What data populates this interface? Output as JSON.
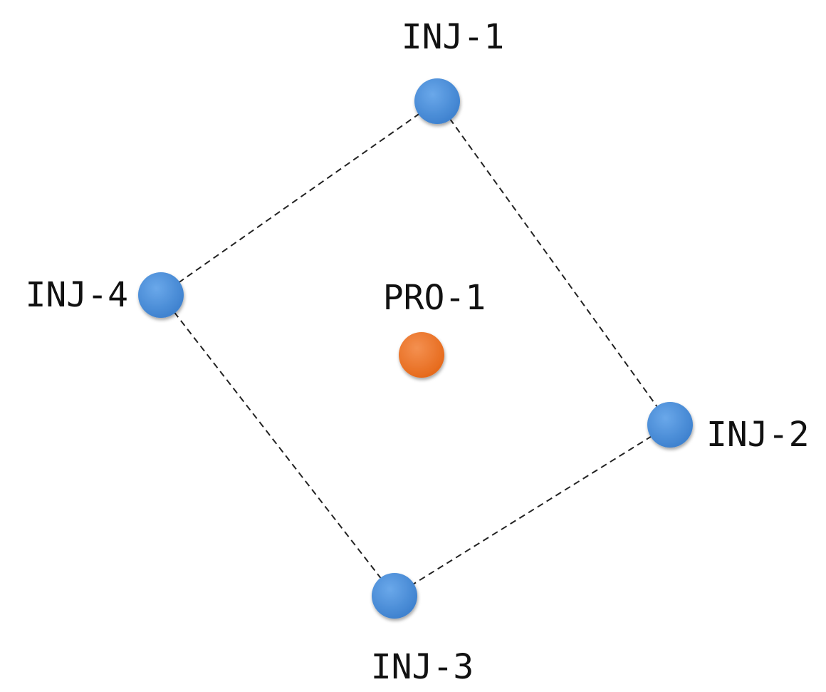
{
  "wells": {
    "inj1": {
      "label": "INJ-1",
      "type": "injector"
    },
    "inj2": {
      "label": "INJ-2",
      "type": "injector"
    },
    "inj3": {
      "label": "INJ-3",
      "type": "injector"
    },
    "inj4": {
      "label": "INJ-4",
      "type": "injector"
    },
    "pro1": {
      "label": "PRO-1",
      "type": "producer"
    }
  },
  "connections": [
    [
      "inj1",
      "inj2"
    ],
    [
      "inj2",
      "inj3"
    ],
    [
      "inj3",
      "inj4"
    ],
    [
      "inj4",
      "inj1"
    ]
  ],
  "colors": {
    "injector": "#4a8fd8",
    "producer": "#ee7528",
    "edge": "#222222"
  }
}
